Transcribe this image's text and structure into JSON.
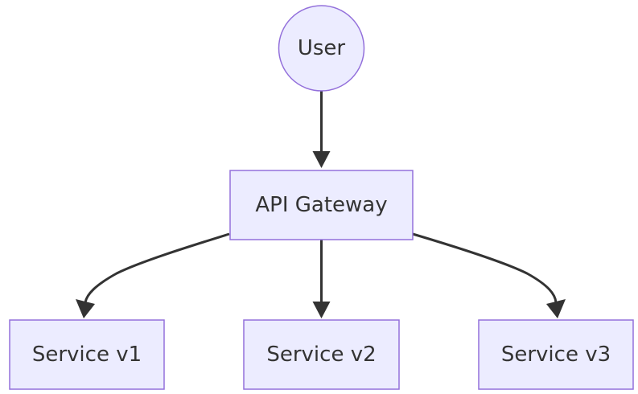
{
  "diagram": {
    "type": "flowchart",
    "nodes": {
      "user": {
        "label": "User",
        "shape": "circle"
      },
      "gateway": {
        "label": "API Gateway",
        "shape": "rect"
      },
      "service_v1": {
        "label": "Service v1",
        "shape": "rect"
      },
      "service_v2": {
        "label": "Service v2",
        "shape": "rect"
      },
      "service_v3": {
        "label": "Service v3",
        "shape": "rect"
      }
    },
    "edges": [
      {
        "from": "user",
        "to": "gateway"
      },
      {
        "from": "gateway",
        "to": "service_v1"
      },
      {
        "from": "gateway",
        "to": "service_v2"
      },
      {
        "from": "gateway",
        "to": "service_v3"
      }
    ],
    "colors": {
      "node_fill": "#ECECFF",
      "node_stroke": "#9370DB",
      "edge": "#333333",
      "text": "#333333"
    }
  }
}
